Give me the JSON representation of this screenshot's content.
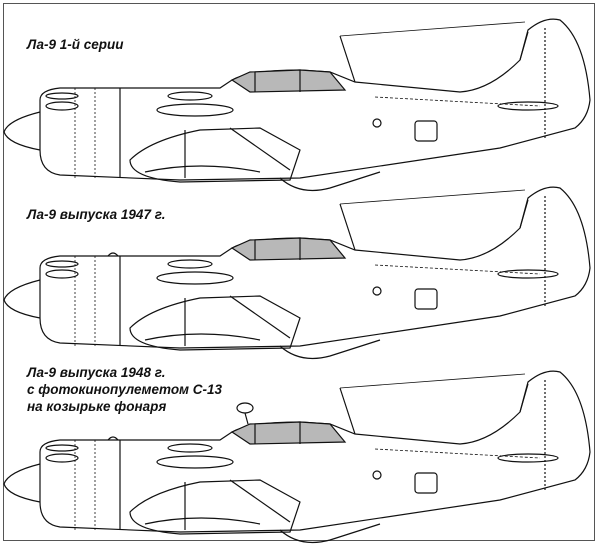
{
  "diagram": {
    "title": "La-9 side profiles comparison",
    "views": [
      {
        "id": "series1",
        "label_lines": [
          "Ла-9 1-й серии"
        ],
        "features": {
          "gun_camera": false,
          "cowl_bump": false
        }
      },
      {
        "id": "y1947",
        "label_lines": [
          "Ла-9 выпуска 1947 г."
        ],
        "features": {
          "gun_camera": false,
          "cowl_bump": true
        }
      },
      {
        "id": "y1948",
        "label_lines": [
          "Ла-9 выпуска 1948 г.",
          "с фотокинопулеметом С-13",
          "на козырьке фонаря"
        ],
        "features": {
          "gun_camera": true,
          "cowl_bump": true
        }
      }
    ],
    "colors": {
      "line": "#111111",
      "glass": "#b8b8b8",
      "frame": "#555555",
      "background": "#ffffff"
    }
  }
}
